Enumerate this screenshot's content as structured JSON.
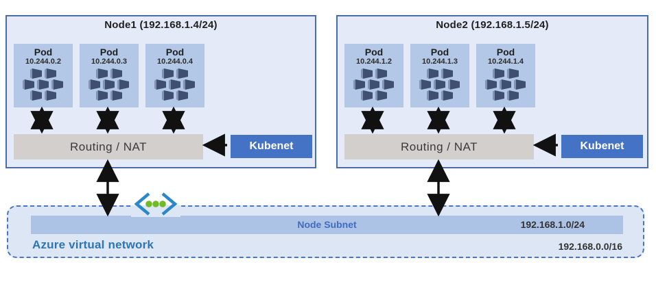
{
  "nodes": [
    {
      "title": "Node1 (192.168.1.4/24)",
      "pods": [
        {
          "label": "Pod",
          "ip": "10.244.0.2"
        },
        {
          "label": "Pod",
          "ip": "10.244.0.3"
        },
        {
          "label": "Pod",
          "ip": "10.244.0.4"
        }
      ],
      "routing_label": "Routing / NAT",
      "kubenet_label": "Kubenet"
    },
    {
      "title": "Node2 (192.168.1.5/24)",
      "pods": [
        {
          "label": "Pod",
          "ip": "10.244.1.2"
        },
        {
          "label": "Pod",
          "ip": "10.244.1.3"
        },
        {
          "label": "Pod",
          "ip": "10.244.1.4"
        }
      ],
      "routing_label": "Routing / NAT",
      "kubenet_label": "Kubenet"
    }
  ],
  "vnet": {
    "label": "Azure virtual network",
    "subnet_label": "Node Subnet",
    "subnet_cidr": "192.168.1.0/24",
    "vnet_cidr": "192.168.0.0/16"
  },
  "icons": {
    "pod_icon": "pod-containers-cluster-icon",
    "vnet_icon": "azure-vnet-chevrons-dots-icon"
  },
  "colors": {
    "node_fill": "#e4eaf7",
    "node_border": "#4a6da8",
    "pod_fill": "#b3c7e6",
    "routing_fill": "#d2cfcc",
    "kubenet_fill": "#4472c4",
    "subnet_fill": "#adc3e6",
    "vnet_fill": "#dce6f5",
    "vnet_border": "#4a74c0",
    "vnet_label_color": "#2e74b5",
    "subnet_label_color": "#3f6cc0",
    "arrow_color": "#111111",
    "vnet_icon_blue": "#2b88c8",
    "vnet_icon_green": "#72ba26",
    "pod_cube_dark": "#3f4f70",
    "pod_cube_light": "#8294b5"
  }
}
